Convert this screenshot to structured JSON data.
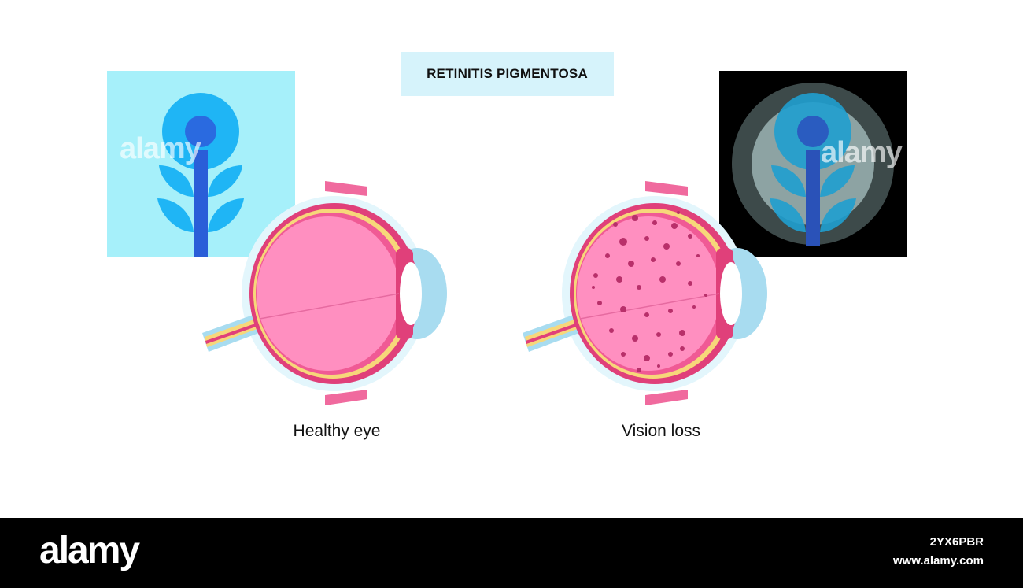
{
  "title": "RETINITIS PIGMENTOSA",
  "captions": {
    "healthy": "Healthy eye",
    "loss": "Vision loss"
  },
  "watermark": "alamy",
  "footer": {
    "logo": "alamy",
    "image_id": "2YX6PBR",
    "url": "www.alamy.com"
  },
  "colors": {
    "panel_left_bg": "#a6f0fa",
    "panel_right_bg": "#000000",
    "vitreous": "#ff8fc0",
    "retina_band": "#f7d77a",
    "sclera": "#e0407a",
    "outer_halo": "#cdeef8",
    "flower_petal": "#1fb5f5",
    "flower_center": "#2a6ae0",
    "stem": "#2a5ed8",
    "spots": "#b8306a"
  },
  "icons": [
    "flower-icon",
    "blurred-flower-icon",
    "eye-cross-section-icon"
  ]
}
